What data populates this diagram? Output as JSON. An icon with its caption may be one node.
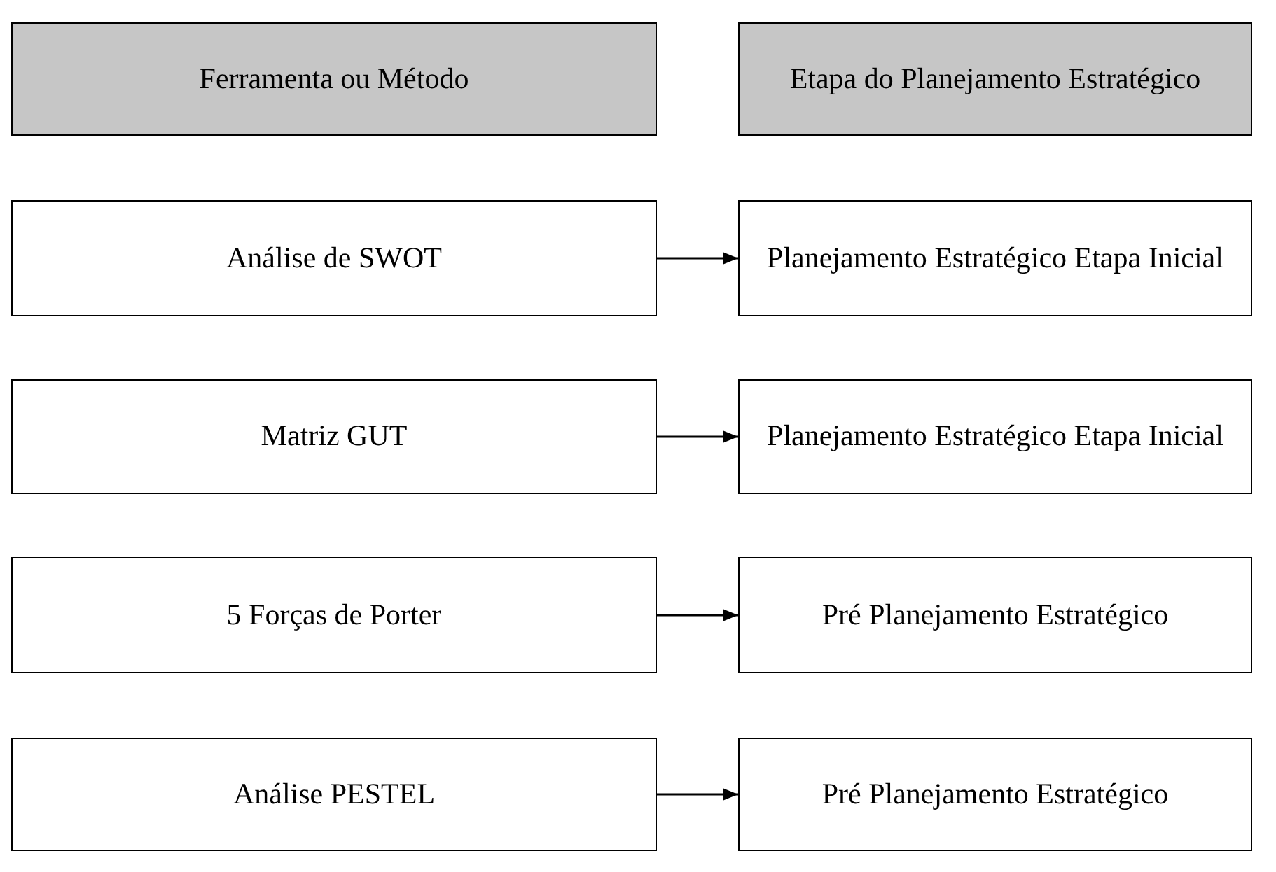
{
  "diagram": {
    "nodes": [
      {
        "text": [
          "Ferramenta ou Método"
        ]
      },
      {
        "text": [
          "Etapa do Planejamento Estratégico"
        ]
      },
      {
        "text": [
          "Análise de SWOT"
        ]
      },
      {
        "text": [
          "Planejamento Estratégico Etapa Inicial"
        ]
      },
      {
        "text": [
          "Matriz GUT"
        ]
      },
      {
        "text": [
          "Planejamento Estratégico Etapa Inicial"
        ]
      },
      {
        "text": [
          "5 Forças de Porter"
        ]
      },
      {
        "text": [
          "Pré Planejamento Estratégico"
        ]
      },
      {
        "text": [
          "Análise PESTEL"
        ]
      },
      {
        "text": [
          "Pré Planejamento Estratégico"
        ]
      }
    ],
    "edges": [
      {
        "from": 2,
        "to": 3,
        "arrow": "to"
      },
      {
        "from": 4,
        "to": 5,
        "arrow": "to"
      },
      {
        "from": 6,
        "to": 7,
        "arrow": "to"
      },
      {
        "from": 8,
        "to": 9,
        "arrow": "to"
      }
    ]
  }
}
